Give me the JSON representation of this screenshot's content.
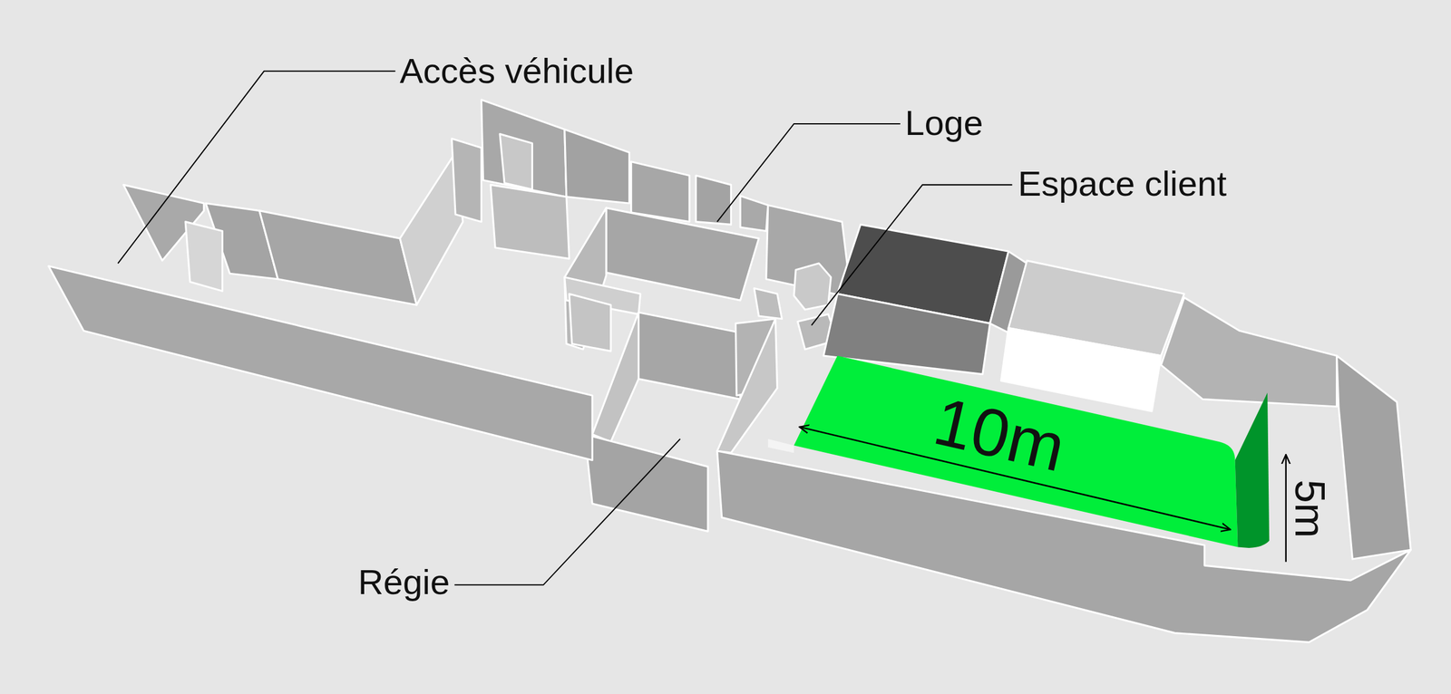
{
  "diagram": {
    "labels": [
      "Accès véhicule",
      "Loge",
      "Espace client",
      "10m",
      "5m",
      "Régie"
    ]
  }
}
